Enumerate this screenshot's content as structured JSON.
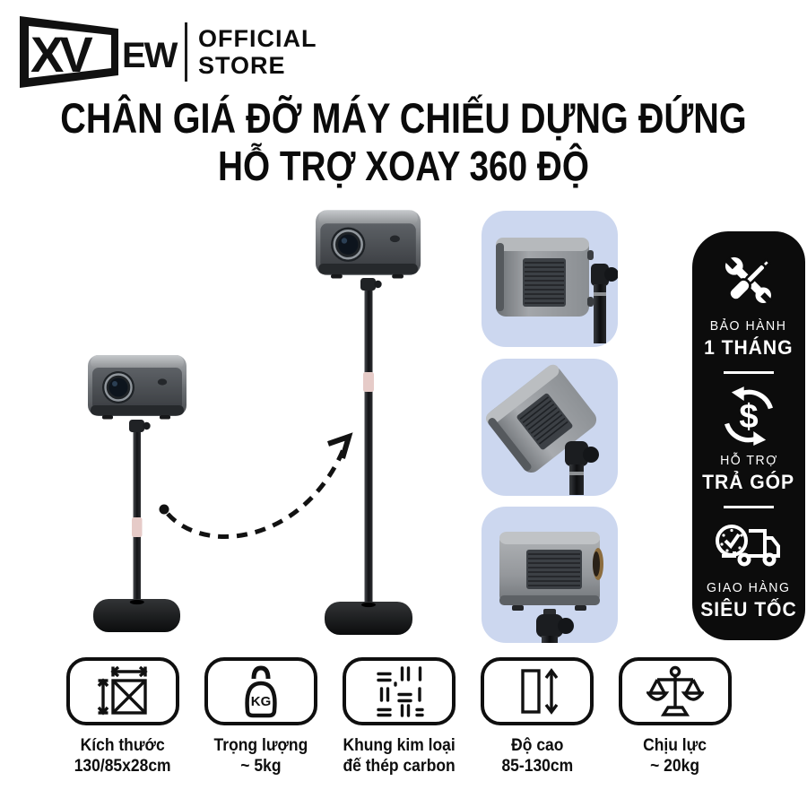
{
  "logo": {
    "brand": "XVIEW",
    "mark": "XV",
    "suffix": "EW",
    "store_line1": "OFFICIAL",
    "store_line2": "STORE"
  },
  "title": {
    "line1": "CHÂN GIÁ ĐỠ MÁY CHIẾU DỰNG ĐỨNG",
    "line2": "HỖ TRỢ XOAY 360 ĐỘ"
  },
  "side_badges": [
    {
      "icon": "tools-icon",
      "line1": "BẢO HÀNH",
      "line2": "1 THÁNG"
    },
    {
      "icon": "dollar-cycle-icon",
      "line1": "HỖ TRỢ",
      "line2": "TRẢ GÓP"
    },
    {
      "icon": "delivery-truck-icon",
      "line1": "GIAO HÀNG",
      "line2": "SIÊU TỐC"
    }
  ],
  "features": [
    {
      "icon": "dimensions-icon",
      "line1": "Kích thước",
      "line2": "130/85x28cm"
    },
    {
      "icon": "weight-kg-icon",
      "line1": "Trọng lượng",
      "line2": "~ 5kg"
    },
    {
      "icon": "carbon-weave-icon",
      "line1": "Khung kim loại",
      "line2": "đế thép carbon"
    },
    {
      "icon": "height-icon",
      "line1": "Độ cao",
      "line2": "85-130cm"
    },
    {
      "icon": "scale-icon",
      "line1": "Chịu lực",
      "line2": "~ 20kg"
    }
  ],
  "weight_icon_text": "KG",
  "colors": {
    "panel_blue": "#ccd7ef",
    "ribbon_black": "#0c0c0c",
    "text_black": "#111111",
    "collar_pink": "#e6cbc8",
    "white": "#ffffff"
  }
}
